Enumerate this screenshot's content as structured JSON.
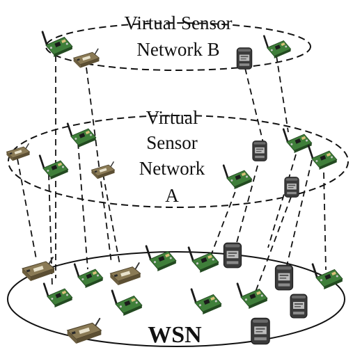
{
  "labels": {
    "vsn_b_line1": "Virtual Sensor",
    "vsn_b_line2": "Network B",
    "vsn_a_line1": "Virtual",
    "vsn_a_line2": "Sensor",
    "vsn_a_line3": "Network",
    "vsn_a_line4": "A",
    "wsn": "WSN"
  },
  "colors": {
    "board_green": "#3f7f3a",
    "board_dark": "#2b5a29",
    "board_tan": "#7a6a4a",
    "antenna": "#1a1a1a",
    "canister": "#3a3a3a",
    "line": "#111111"
  }
}
